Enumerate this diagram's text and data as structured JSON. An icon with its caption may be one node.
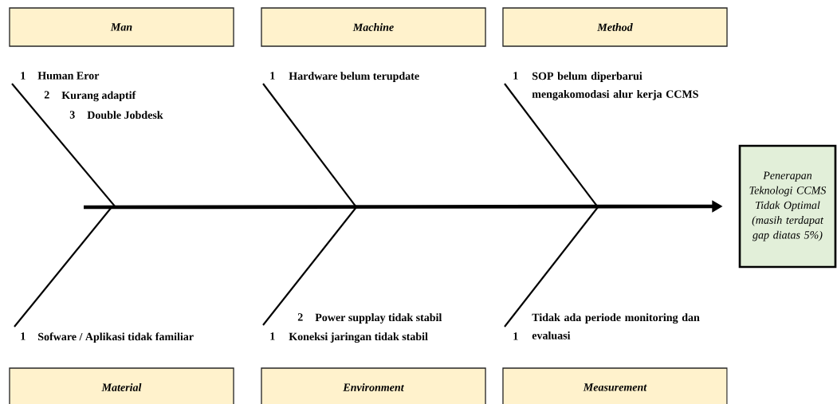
{
  "diagram": {
    "nodes": [
      {
        "text": [
          "Man"
        ]
      },
      {
        "text": [
          "Machine"
        ]
      },
      {
        "text": [
          "Method"
        ]
      },
      {
        "text": [
          "Material"
        ]
      },
      {
        "text": [
          "Environment"
        ]
      },
      {
        "text": [
          "Measurement"
        ]
      },
      {
        "text": [
          "Penerapan Teknologi CCMS Tidak Optimal (masih terdapat gap diatas 5%)"
        ]
      }
    ],
    "edges": [
      {
        "from": null,
        "to": 6,
        "arrow": "to"
      }
    ],
    "labels": [
      "1",
      "Human Eror",
      "2",
      "Kurang adaptif",
      "3",
      "Double Jobdesk",
      "1",
      "Hardware belum terupdate",
      "1",
      "SOP belum diperbarui mengakomodasi alur kerja CCMS",
      "2",
      "Power supplay tidak stabil",
      "Tidak ada periode monitoring dan evaluasi",
      "1",
      "Sofware / Aplikasi tidak familiar",
      "1",
      "Koneksi jaringan tidak stabil",
      "1"
    ]
  }
}
